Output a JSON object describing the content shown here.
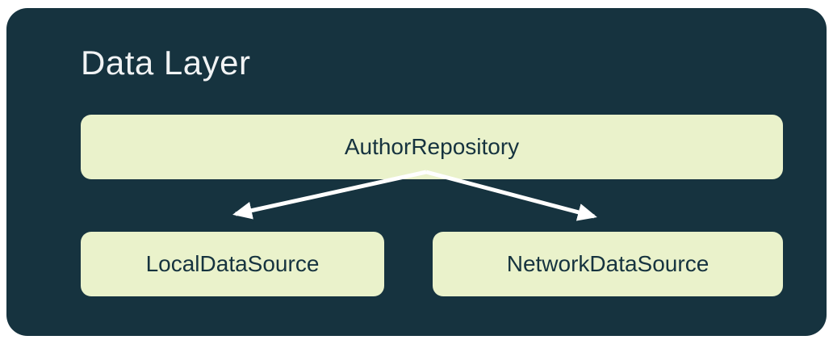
{
  "diagram": {
    "title": "Data Layer",
    "nodes": {
      "repository": {
        "label": "AuthorRepository"
      },
      "local": {
        "label": "LocalDataSource"
      },
      "network": {
        "label": "NetworkDataSource"
      }
    },
    "edges": [
      {
        "from": "AuthorRepository",
        "to": "LocalDataSource"
      },
      {
        "from": "AuthorRepository",
        "to": "NetworkDataSource"
      }
    ],
    "colors": {
      "container_background": "#16333F",
      "node_fill": "#EAF2CB",
      "node_text": "#16333F",
      "title_text": "#F1F3F4",
      "arrow": "#FFFFFF"
    }
  }
}
